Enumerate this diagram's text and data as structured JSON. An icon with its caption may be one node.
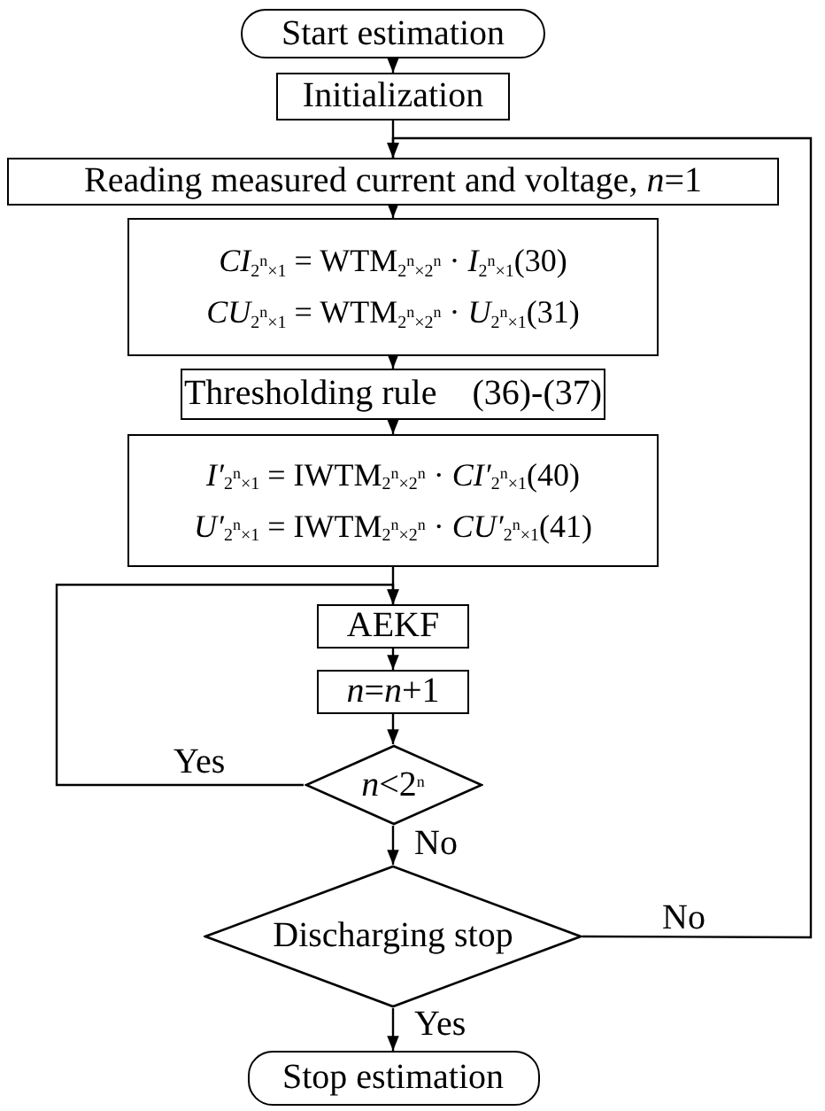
{
  "diagram": {
    "nodes": [
      {
        "text": [
          "Start estimation"
        ]
      },
      {
        "text": [
          "Initialization"
        ]
      },
      {
        "text": [
          "Reading measured current and voltage, *n*=1"
        ]
      },
      {
        "text": [
          "*CI*$_{2}$$^{n}$$_{×1}$ = WTM$_{2}$$^{n}$$_{×2}$$^{n}$ · *I*$_{2}$$^{n}$$_{×1}$(30)",
          "*CU*$_{2}$$^{n}$$_{×1}$ = WTM$_{2}$$^{n}$$_{×2}$$^{n}$ · *U*$_{2}$$^{n}$$_{×1}$(31)"
        ]
      },
      {
        "text": [
          "Thresholding rule    (36)-(37)"
        ]
      },
      {
        "text": [
          "*I′*$_{2}$$^{n}$$_{×1}$ = IWTM$_{2}$$^{n}$$_{×2}$$^{n}$ · *CI′*$_{2}$$^{n}$$_{×1}$(40)",
          "*U′*$_{2}$$^{n}$$_{×1}$ = IWTM$_{2}$$^{n}$$_{×2}$$^{n}$ · *CU′*$_{2}$$^{n}$$_{×1}$(41)"
        ]
      },
      {
        "text": [
          "AEKF"
        ]
      },
      {
        "text": [
          "*n*=*n*+1"
        ]
      },
      {
        "text": [
          "*n*<2$^{n}$"
        ]
      },
      {
        "text": [
          "Discharging stop"
        ]
      },
      {
        "text": [
          "Stop estimation"
        ]
      }
    ],
    "edges": [
      {
        "from": 0,
        "to": 1,
        "arrow": "to"
      },
      {
        "from": 1,
        "to": 2,
        "arrow": "to"
      },
      {
        "from": 2,
        "to": 3,
        "arrow": "to"
      },
      {
        "from": 3,
        "to": 4,
        "arrow": "to"
      },
      {
        "from": 4,
        "to": 5,
        "arrow": "to"
      },
      {
        "from": 5,
        "to": 6,
        "arrow": "to"
      },
      {
        "from": 6,
        "to": 7,
        "arrow": "to"
      },
      {
        "from": 7,
        "to": 8,
        "arrow": "to"
      },
      {
        "from": 8,
        "to": 6,
        "arrow": "to",
        "label": "Yes"
      },
      {
        "from": 8,
        "to": 9,
        "arrow": "to",
        "label": "No"
      },
      {
        "from": 9,
        "to": 10,
        "arrow": "to",
        "label": "Yes"
      },
      {
        "from": 9,
        "to": 2,
        "arrow": "to",
        "label": "No"
      }
    ]
  }
}
